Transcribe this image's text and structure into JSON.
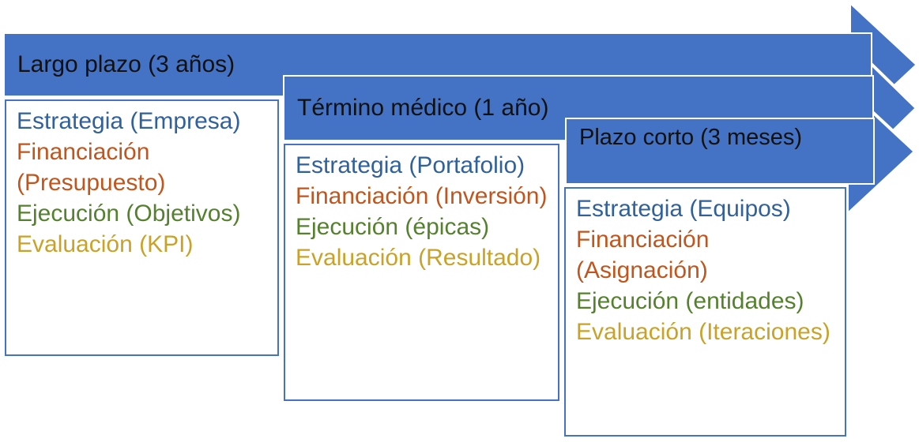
{
  "theme": {
    "arrow_fill": "#4472C4",
    "box_border": "#4472C4",
    "banner_text": "#111111",
    "background": "#FFFFFF",
    "strategy_color": "#31619B",
    "funding_color": "#C0561D",
    "execution_color": "#55812F",
    "evaluation_color": "#C9A227"
  },
  "horizons": [
    {
      "id": "long-term",
      "banner_label": "Largo plazo (3 años)",
      "items": [
        {
          "key": "strategy",
          "text": "Estrategia (Empresa)"
        },
        {
          "key": "funding",
          "text": "Financiación (Presupuesto)"
        },
        {
          "key": "execution",
          "text": "Ejecución (Objetivos)"
        },
        {
          "key": "evaluation",
          "text": "Evaluación (KPI)"
        }
      ]
    },
    {
      "id": "medium-term",
      "banner_label": "Término médico (1 año)",
      "items": [
        {
          "key": "strategy",
          "text": "Estrategia (Portafolio)"
        },
        {
          "key": "funding",
          "text": "Financiación (Inversión)"
        },
        {
          "key": "execution",
          "text": "Ejecución (épicas)"
        },
        {
          "key": "evaluation",
          "text": "Evaluación (Resultado)"
        }
      ]
    },
    {
      "id": "short-term",
      "banner_label": "Plazo corto (3 meses)",
      "items": [
        {
          "key": "strategy",
          "text": "Estrategia (Equipos)"
        },
        {
          "key": "funding",
          "text": "Financiación (Asignación)"
        },
        {
          "key": "execution",
          "text": "Ejecución (entidades)"
        },
        {
          "key": "evaluation",
          "text": "Evaluación (Iteraciones)"
        }
      ]
    }
  ]
}
